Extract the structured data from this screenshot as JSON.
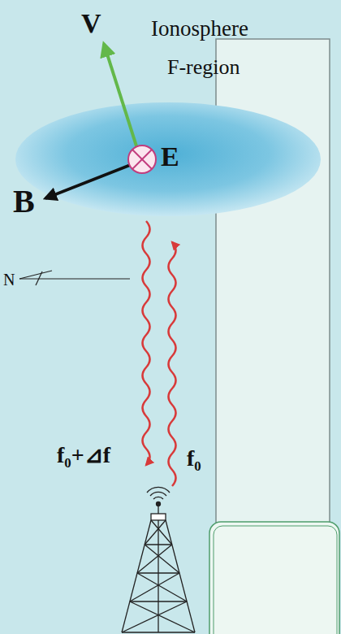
{
  "diagram": {
    "labels": [
      "V",
      "Ionosphere",
      "F-region",
      "E",
      "B",
      "N",
      "f₀+⊿f",
      "f₀"
    ]
  }
}
